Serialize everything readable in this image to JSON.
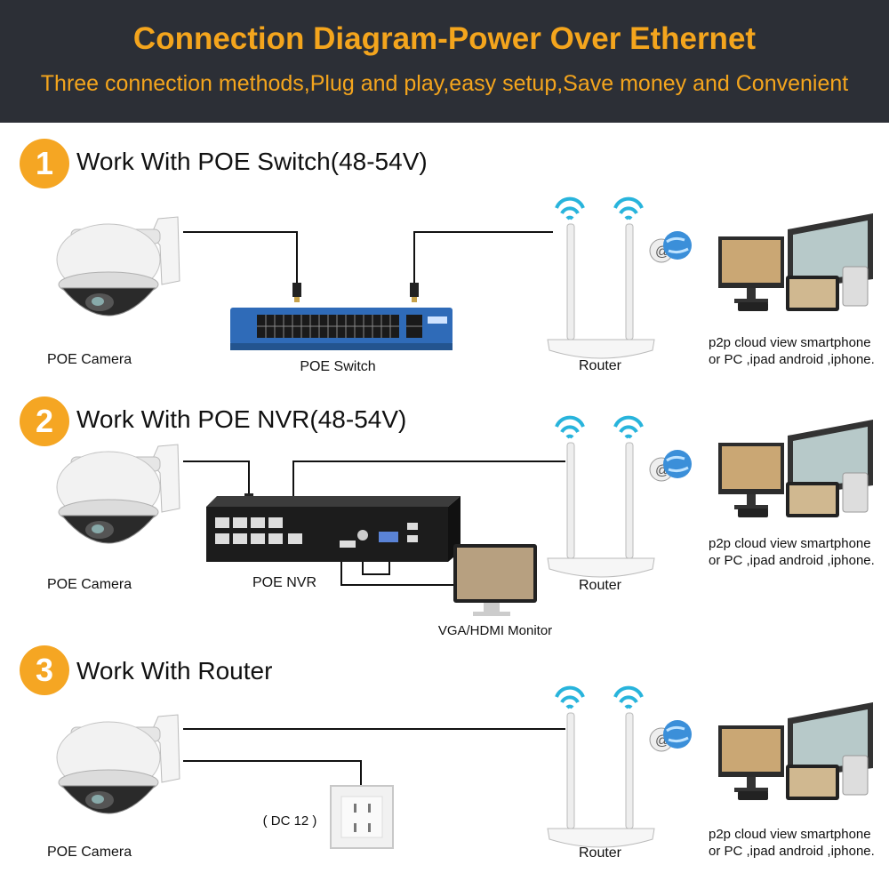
{
  "header": {
    "title": "Connection Diagram-Power Over Ethernet",
    "subtitle": "Three connection methods,Plug and play,easy setup,Save money and Convenient"
  },
  "sections": [
    {
      "number": "1",
      "title": "Work With POE Switch(48-54V)",
      "camera_label": "POE Camera",
      "device_label": "POE Switch",
      "router_label": "Router",
      "p2p_line1": "p2p cloud view smartphone",
      "p2p_line2": "or PC ,ipad android ,iphone."
    },
    {
      "number": "2",
      "title": "Work With POE NVR(48-54V)",
      "camera_label": "POE Camera",
      "device_label": "POE NVR",
      "monitor_label": "VGA/HDMI Monitor",
      "router_label": "Router",
      "p2p_line1": "p2p cloud view smartphone",
      "p2p_line2": "or PC ,ipad android ,iphone."
    },
    {
      "number": "3",
      "title": "Work With Router",
      "camera_label": "POE Camera",
      "device_label": "( DC 12 )",
      "router_label": "Router",
      "p2p_line1": "p2p cloud view smartphone",
      "p2p_line2": "or PC ,ipad android ,iphone."
    }
  ],
  "colors": {
    "header_bg": "#2c2f36",
    "accent": "#f4a51d",
    "badge": "#f5a623"
  }
}
